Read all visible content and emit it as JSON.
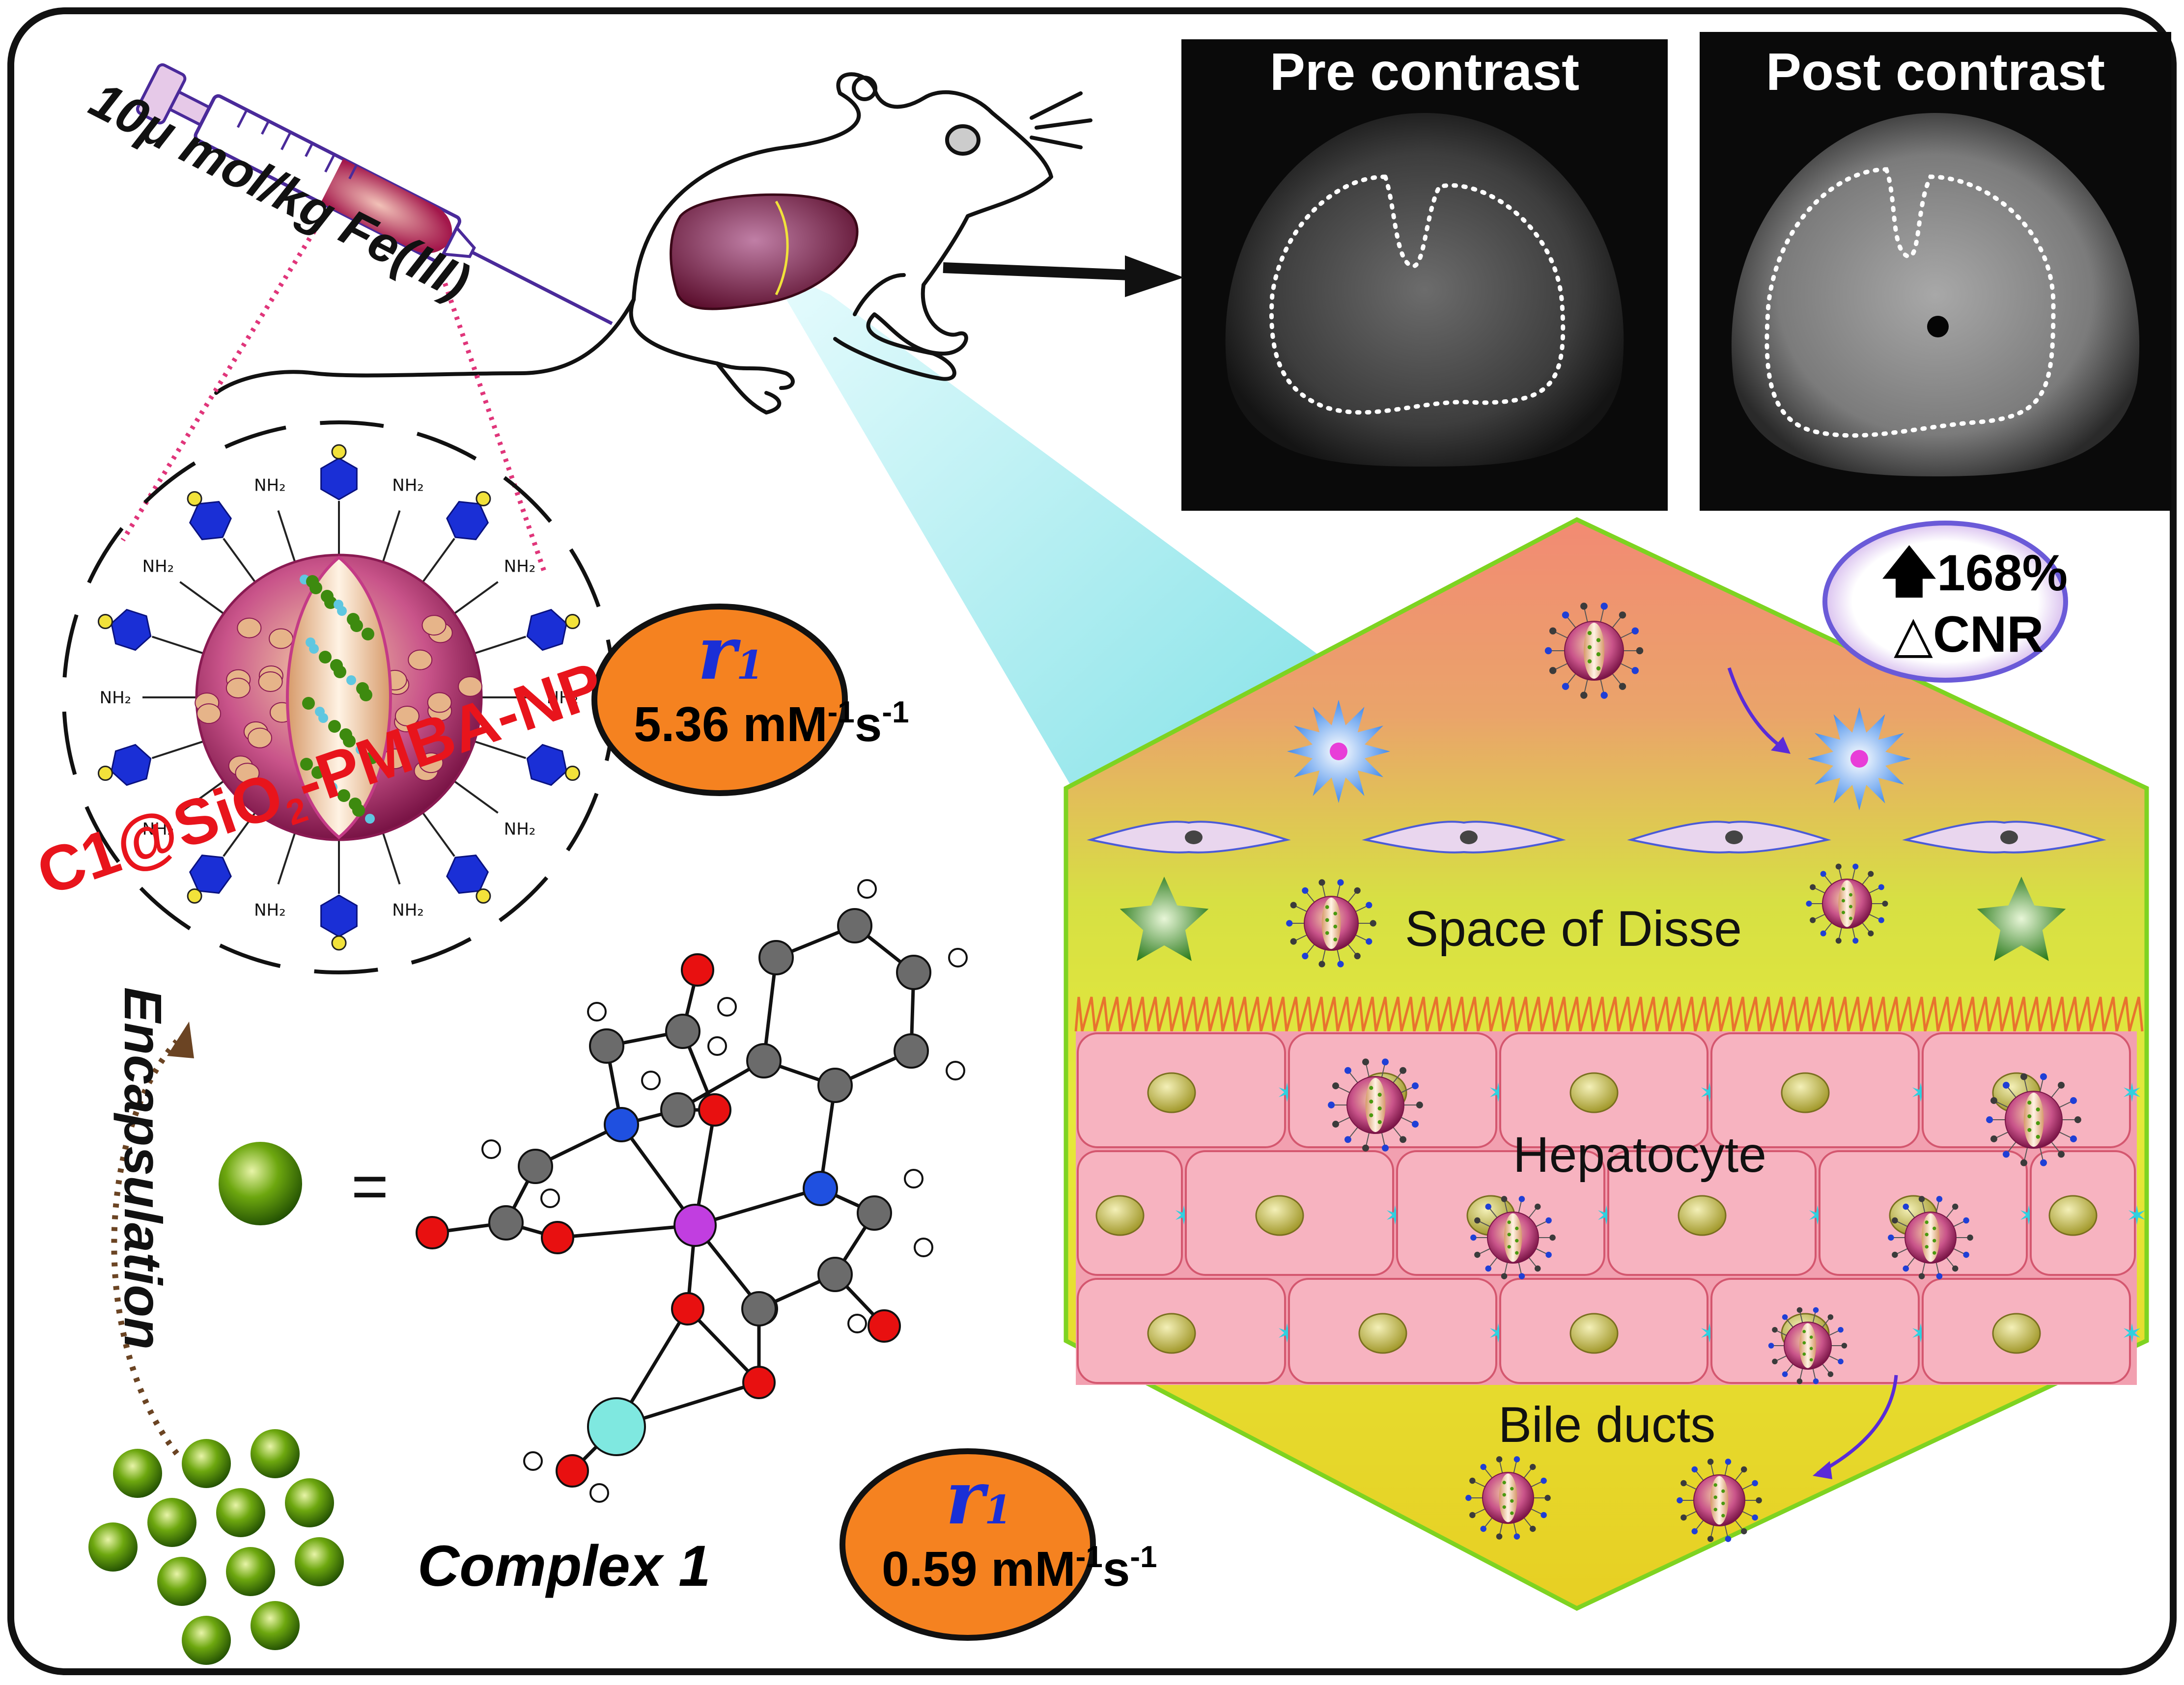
{
  "dose_label": "10μ mol/kg Fe(III)",
  "mri": {
    "pre_label": "Pre contrast",
    "post_label": "Post contrast"
  },
  "relaxivity_np": {
    "symbol": "r",
    "subscript": "1",
    "value": "5.36 mM",
    "exp1": "-1",
    "unit": "s",
    "exp2": "-1"
  },
  "relaxivity_complex": {
    "symbol": "r",
    "subscript": "1",
    "value": "0.59 mM",
    "exp1": "-1",
    "unit": "s",
    "exp2": "-1"
  },
  "cnr": {
    "percent": "168%",
    "label": "CNR"
  },
  "nanoparticle": {
    "name_part1": "C1@SiO",
    "name_sub": "2",
    "name_part2": "-PMBA-NP",
    "amine_label": "NH₂"
  },
  "encapsulation_label": "Encapsulation",
  "equals_sign": "=",
  "complex_label": "Complex 1",
  "tissue": {
    "space_label": "Space of Disse",
    "hepatocyte_label": "Hepatocyte",
    "bile_label": "Bile ducts"
  },
  "colors": {
    "orange_ellipse": "#f58220",
    "np_magenta": "#b0286e",
    "hexagon_border": "#7ed321",
    "iron_atom": "#c13ee0",
    "gadolinium_atom": "#7fe8e0",
    "oxygen_atom": "#e81010",
    "nitrogen_atom": "#1f50e0",
    "carbon_atom": "#6b6b6b"
  }
}
